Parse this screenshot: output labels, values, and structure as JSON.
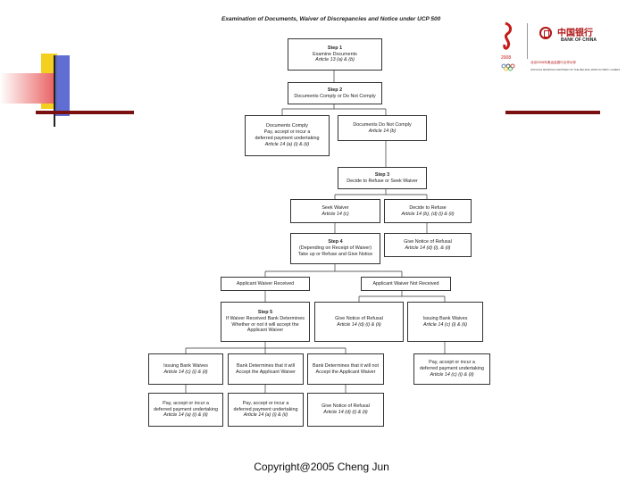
{
  "title": "Examination of Documents, Waiver of Discrepancies and Notice under UCP 500",
  "boxes": {
    "step1": [
      "Step 1",
      "Examine Documents",
      "Article 13 (a) & (b)"
    ],
    "step2": [
      "Step 2",
      "Documents Comply or Do Not Comply"
    ],
    "comply": [
      "Documents Comply",
      "Pay, accept or incur a",
      "deferred payment undertaking",
      "Article 14 (a) (i) & (ii)"
    ],
    "notcomply": [
      "Documents Do Not Comply",
      "Article 14 (b)"
    ],
    "step3": [
      "Step 3",
      "Decide to Refuse or Seek Waiver"
    ],
    "seekwaiver": [
      "Seek Waiver",
      "Article 14 (c)"
    ],
    "refuse": [
      "Decide to Refuse",
      "Article 14 (b), (d) (i) & (ii)"
    ],
    "step4": [
      "Step 4",
      "(Depending on Receipt of Waiver)",
      "Take up or Refuse and Give Notice"
    ],
    "notice1": [
      "Give Notice of Refusal",
      "Article 14 (d) (i), & (ii)"
    ],
    "received": [
      "Applicant Waiver Received"
    ],
    "notreceived": [
      "Applicant Waiver Not Received"
    ],
    "step5": [
      "Step 5",
      "If Waiver Received Bank Determines",
      "Whether or not it will accept the",
      "Applicant Waiver"
    ],
    "notice2": [
      "Give Notice of Refusal",
      "Article 14 (d) (i) & (ii)"
    ],
    "waives1": [
      "Issuing Bank Waives",
      "Article 14 (c) (i) & (ii)"
    ],
    "waives2": [
      "Issuing Bank Waives",
      "Article 14 (c) (i) & (ii)"
    ],
    "determines_will": [
      "Bank Determines that it will",
      "Accept the Applicant Waiver"
    ],
    "determines_willnot": [
      "Bank Determines that it will not",
      "Accept the Applicant Waiver"
    ],
    "pay1": [
      "Pay, accept or incur a",
      "deferred payment undertaking",
      "Article 14 (a) (i) & (ii)"
    ],
    "pay2": [
      "Pay, accept or incur a",
      "deferred payment undertaking",
      "Article 14 (a) (i) & (ii)"
    ],
    "pay3": [
      "Pay, accept or incur a",
      "deferred payment undertaking",
      "Article 14 (c) (i) & (ii)"
    ],
    "notice3": [
      "Give Notice of Refusal",
      "Article 14 (d) (i) & (ii)"
    ]
  },
  "logo": {
    "cn": "中国银行",
    "en": "BANK OF CHINA",
    "sub": "北京2008年奥运会银行合作伙伴",
    "sub2": "OFFICIAL BANKING PARTNER OF THE BEIJING 2008 OLYMPIC GAMES",
    "emblem_text": "Beijing 2008"
  },
  "footer": "Copyright@2005 Cheng Jun",
  "colors": {
    "accent_bar": "#7a1010",
    "logo_red": "#b01515",
    "deco_yellow": "#f3d020",
    "deco_blue": "#2b3fbf",
    "deco_red": "#e23030"
  }
}
